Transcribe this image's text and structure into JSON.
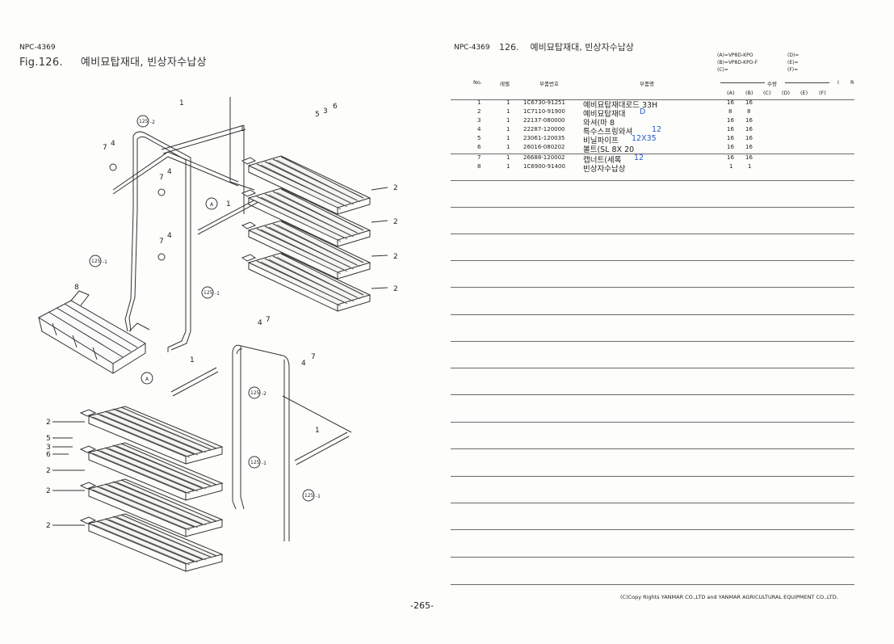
{
  "left": {
    "code": "NPC-4369",
    "fig_label": "Fig.126.",
    "fig_title": "예비묘탑재대, 빈상자수납상"
  },
  "diagram": {
    "callouts": [
      "1",
      "2",
      "3",
      "4",
      "5",
      "6",
      "7",
      "8",
      "A",
      "125",
      "-1",
      "-2"
    ]
  },
  "right": {
    "code": "NPC-4369",
    "number": "126.",
    "title": "예비묘탑재대, 빈상자수납상",
    "models_left": [
      "(A)=VP8D-KPO",
      "(B)=VP8D-KPO-F",
      "(C)="
    ],
    "models_right": [
      "(D)=",
      "(E)=",
      "(F)="
    ],
    "headers": {
      "no": "No.",
      "level": "레벨",
      "part_no": "부품번호",
      "part_name": "부품명",
      "qty": "수량",
      "i": "I",
      "r": "R",
      "cols": [
        "(A)",
        "(B)",
        "(C)",
        "(D)",
        "(E)",
        "(F)"
      ]
    },
    "rows": [
      {
        "no": "1",
        "level": "1",
        "part": "1C6730-91251",
        "name": "예비묘탑재대로드 33H",
        "a": "16",
        "b": "16"
      },
      {
        "no": "2",
        "level": "1",
        "part": "1C7110-91900",
        "name": "예비묘탑재대",
        "suffix": "D",
        "a": "8",
        "b": "8"
      },
      {
        "no": "3",
        "level": "1",
        "part": "22137-080000",
        "name": "와셔(마 8",
        "a": "16",
        "b": "16"
      },
      {
        "no": "4",
        "level": "1",
        "part": "22287-120000",
        "name": "특수스프링와셔",
        "suffix": "12",
        "a": "16",
        "b": "16"
      },
      {
        "no": "5",
        "level": "1",
        "part": "23061-120035",
        "name": "비닐파이프",
        "suffix": "12X35",
        "a": "16",
        "b": "16"
      },
      {
        "no": "6",
        "level": "1",
        "part": "26016-080202",
        "name": "볼트(SL 8X 20",
        "a": "16",
        "b": "16"
      },
      {
        "no": "7",
        "level": "1",
        "part": "26688-120002",
        "name": "캡너트(세록",
        "suffix": "12",
        "a": "16",
        "b": "16"
      },
      {
        "no": "8",
        "level": "1",
        "part": "1C6900-91400",
        "name": "빈상자수납상",
        "a": "1",
        "b": "1"
      }
    ],
    "copyright": "(C)Copy Rights YANMAR CO.,LTD and YANMAR AGRICULTURAL EQUIPMENT CO.,LTD."
  },
  "page_number": "-265-"
}
